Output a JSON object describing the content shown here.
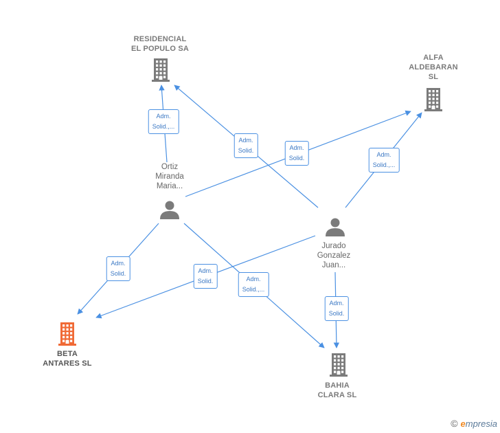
{
  "colors": {
    "edge": "#4a90e2",
    "company_icon": "#7b7b7b",
    "focus_icon": "#f06a36",
    "person_icon": "#7b7b7b",
    "edge_label_text": "#3b78c4"
  },
  "nodes": [
    {
      "id": "residencial",
      "type": "company",
      "icon": "building-icon",
      "label": [
        "RESIDENCIAL",
        "EL POPULO SA"
      ]
    },
    {
      "id": "alfa",
      "type": "company",
      "icon": "building-icon",
      "label": [
        "ALFA",
        "ALDEBARAN",
        "SL"
      ]
    },
    {
      "id": "ortiz",
      "type": "person",
      "icon": "person-icon",
      "label": [
        "Ortiz",
        "Miranda",
        "Maria..."
      ]
    },
    {
      "id": "jurado",
      "type": "person",
      "icon": "person-icon",
      "label": [
        "Jurado",
        "Gonzalez",
        "Juan..."
      ]
    },
    {
      "id": "beta",
      "type": "focus",
      "icon": "building-icon",
      "label": [
        "BETA",
        "ANTARES  SL"
      ]
    },
    {
      "id": "bahia",
      "type": "company",
      "icon": "building-icon",
      "label": [
        "BAHIA",
        "CLARA  SL"
      ]
    }
  ],
  "edges": [
    {
      "from": "ortiz",
      "to": "residencial",
      "label": [
        "Adm.",
        "Solid.,..."
      ]
    },
    {
      "from": "jurado",
      "to": "residencial",
      "label": [
        "Adm.",
        "Solid."
      ]
    },
    {
      "from": "ortiz",
      "to": "alfa",
      "label": [
        "Adm.",
        "Solid."
      ]
    },
    {
      "from": "jurado",
      "to": "alfa",
      "label": [
        "Adm.",
        "Solid.,..."
      ]
    },
    {
      "from": "ortiz",
      "to": "beta",
      "label": [
        "Adm.",
        "Solid."
      ]
    },
    {
      "from": "jurado",
      "to": "beta",
      "label": [
        "Adm.",
        "Solid."
      ]
    },
    {
      "from": "ortiz",
      "to": "bahia",
      "label": [
        "Adm.",
        "Solid.,..."
      ]
    },
    {
      "from": "jurado",
      "to": "bahia",
      "label": [
        "Adm.",
        "Solid."
      ]
    }
  ],
  "brand": {
    "copyright": "©",
    "initial": "e",
    "rest": "mpresia"
  }
}
